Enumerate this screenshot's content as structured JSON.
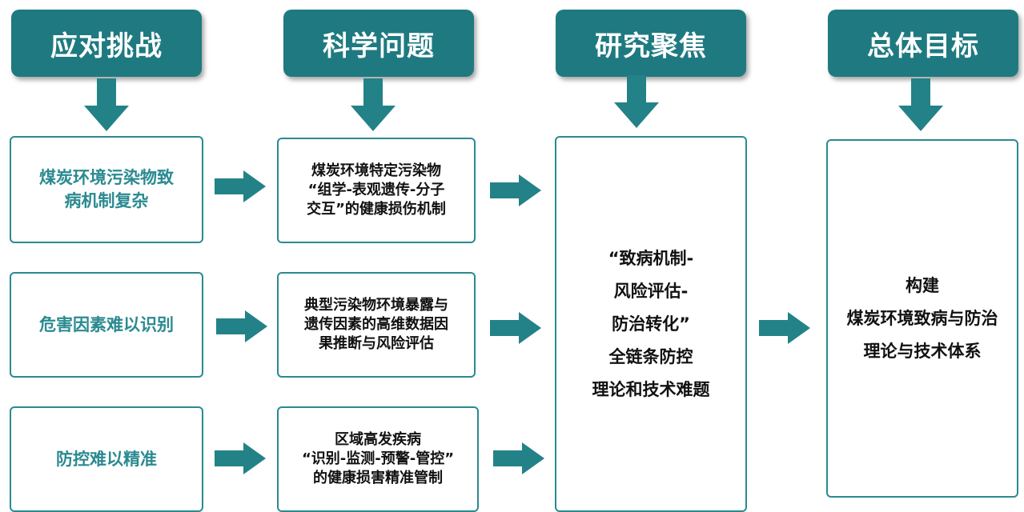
{
  "headers": [
    "应对挑战",
    "科学问题",
    "研究聚焦",
    "总体目标"
  ],
  "challenges": [
    [
      "煤炭环境污染物致",
      "病机制复杂"
    ],
    [
      "危害因素难以识别"
    ],
    [
      "防控难以精准"
    ]
  ],
  "questions": [
    [
      "煤炭环境特定污染物",
      "“组学-表观遗传-分子",
      "交互”的健康损伤机制"
    ],
    [
      "典型污染物环境暴露与",
      "遗传因素的高维数据因",
      "果推断与风险评估"
    ],
    [
      "区域高发疾病",
      "“识别-监测-预警-管控”",
      "的健康损害精准管制"
    ]
  ],
  "focus": [
    "“致病机制-",
    "风险评估-",
    "防治转化”",
    "全链条防控",
    "理论和技术难题"
  ],
  "goal": [
    "构建",
    "煤炭环境致病与防治",
    "理论与技术体系"
  ],
  "colors": {
    "header_bg": "#1e7a80",
    "accent": "#2a8a90",
    "arrow": "#238287"
  }
}
